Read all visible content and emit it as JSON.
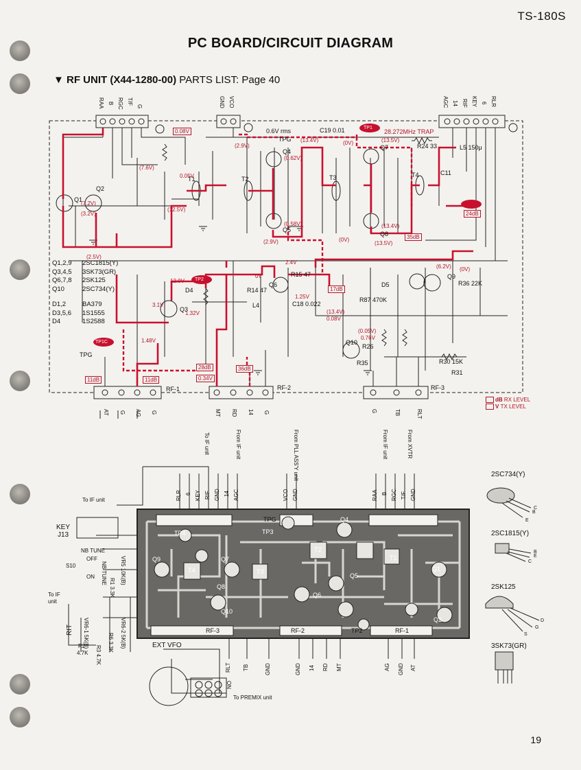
{
  "header": {
    "model": "TS-180S",
    "title": "PC BOARD/CIRCUIT DIAGRAM",
    "subtitle_bold": "▼ RF UNIT (X44-1280-00)",
    "subtitle_rest": " PARTS LIST: Page 40"
  },
  "page_number": "19",
  "parts": [
    {
      "ref": "Q1,2,9",
      "part": "2SC1815(Y)"
    },
    {
      "ref": "Q3,4,5",
      "part": "3SK73(GR)"
    },
    {
      "ref": "Q6,7,8",
      "part": "2SK125"
    },
    {
      "ref": "Q10",
      "part": "2SC734(Y)"
    },
    {
      "ref": "D1,2",
      "part": "BA379"
    },
    {
      "ref": "D3,5,6",
      "part": "1S1555"
    },
    {
      "ref": "D4",
      "part": "1S2588"
    }
  ],
  "legend": {
    "rx": "RX LEVEL",
    "tx": "TX LEVEL",
    "db": "dB",
    "v": "V"
  },
  "top_connectors": {
    "left": [
      "RAA",
      "B",
      "RGC",
      "T/F",
      "G"
    ],
    "mid": [
      "GND",
      "VCO"
    ],
    "right": [
      "AGC",
      "14",
      "RIF",
      "KEY",
      "6",
      "RLR"
    ]
  },
  "bottom_connectors": {
    "rf1": {
      "name": "RF-1",
      "pins": [
        "AT",
        "G",
        "AG",
        "G"
      ]
    },
    "rf2": {
      "name": "RF-2",
      "pins": [
        "MT",
        "RD",
        "14",
        "G"
      ]
    },
    "rf3": {
      "name": "RF-3",
      "pins": [
        "G",
        "TB",
        "RLT"
      ]
    }
  },
  "schematic_labels": {
    "trap": "28.272MHz TRAP",
    "c19": "C19 0.01",
    "vrms": "0.6V rms",
    "tp1c": "TP1C",
    "tp2": "TP2",
    "tp3": "TP3",
    "tp4": "TP4",
    "tpg": "TPG",
    "t1": "T1",
    "t2": "T2",
    "t3": "T3",
    "t4": "T4",
    "q4": "Q4",
    "q5": "Q5",
    "q7": "Q7",
    "q8": "Q8",
    "q3": "Q3",
    "q6": "Q6",
    "q9": "Q9",
    "q10": "Q10",
    "q1": "Q1",
    "q2": "Q2",
    "r24": "R24 33",
    "r15": "R15 47",
    "r14": "R14 47",
    "l4": "L4",
    "r87": "R87 470K",
    "r36": "R36 22K",
    "r30": "R30 15K",
    "r31": "R31",
    "r26": "R26",
    "r35": "R35",
    "c18": "C18 0.022",
    "c11": "C11",
    "l5": "L5 150μ",
    "d4": "D4",
    "d5": "D5",
    "v008": "0.08V",
    "v29": "(2.9V)",
    "v134": "(13.4V)",
    "v0v": "(0V)",
    "v135": "(13.5V)",
    "v76": "(7.6V)",
    "v72": "(7.2V)",
    "v32": "(3.2V)",
    "v25": "(2.5V)",
    "v005": "0.05V",
    "v062": "(0.62V)",
    "v058": "(0.58V)",
    "v12": "12.0V",
    "v31": "3.1V",
    "v132": "1.32V",
    "v148": "1.48V",
    "v24": "2.4V",
    "v0": "0V",
    "v125": "1.25V",
    "v62": "(6.2V)",
    "v134b": "(13.4V)",
    "v008b": "0.08V",
    "v005b": "(0.05V)",
    "v076": "0.76V",
    "v125b": "(12.5V)",
    "v034": "0.34V",
    "db11": "11dB",
    "db11b": "11dB",
    "db28": "28dB",
    "db36": "36dB",
    "db17": "17dB",
    "db35": "35dB",
    "db24": "24dB"
  },
  "arrow_labels": [
    {
      "text": "To IF unit"
    },
    {
      "text": "From IF unit"
    },
    {
      "text": "From PLL ASS'Y unit"
    },
    {
      "text": "From IF unit"
    },
    {
      "text": "From XVTR"
    }
  ],
  "board": {
    "left_labels": {
      "to_if": "To IF unit",
      "key": "KEY",
      "j13": "J13",
      "nb_tune": "NB TUNE",
      "off": "OFF",
      "on": "ON",
      "s10": "S10",
      "nb_tune2": "NB TUNE",
      "to_if2": "To IF unit",
      "rit": "RIT",
      "r2": "R2",
      "r2v": "4.7K",
      "r1": "R1 3.3K",
      "vr5": "VR5 10K(B)",
      "vr6": "VR6-1 5K(B)",
      "vr2": "VR6-2 5K(B)",
      "r6": "R6 3.3K",
      "r3": "R3 4.7K"
    },
    "top_pins": [
      "RLR",
      "6",
      "KEY",
      "RIF",
      "GND",
      "14",
      "AGC",
      "VCO",
      "GND",
      "RAA",
      "B",
      "RGC",
      "T/F",
      "GND"
    ],
    "bottom_pins": [
      "RLT",
      "TB",
      "GND",
      "GND",
      "14",
      "RD",
      "MT",
      "AG",
      "GND",
      "AT"
    ],
    "ext_vfo": "EXT VFO",
    "premix": "To PREMIX unit",
    "on": "ON"
  },
  "transistors": [
    {
      "name": "2SC734(Y)",
      "pins": "E C B"
    },
    {
      "name": "2SC1815(Y)",
      "pins": "E C B"
    },
    {
      "name": "2SK125",
      "pins": "S G D"
    },
    {
      "name": "3SK73(GR)",
      "pins": ""
    }
  ]
}
